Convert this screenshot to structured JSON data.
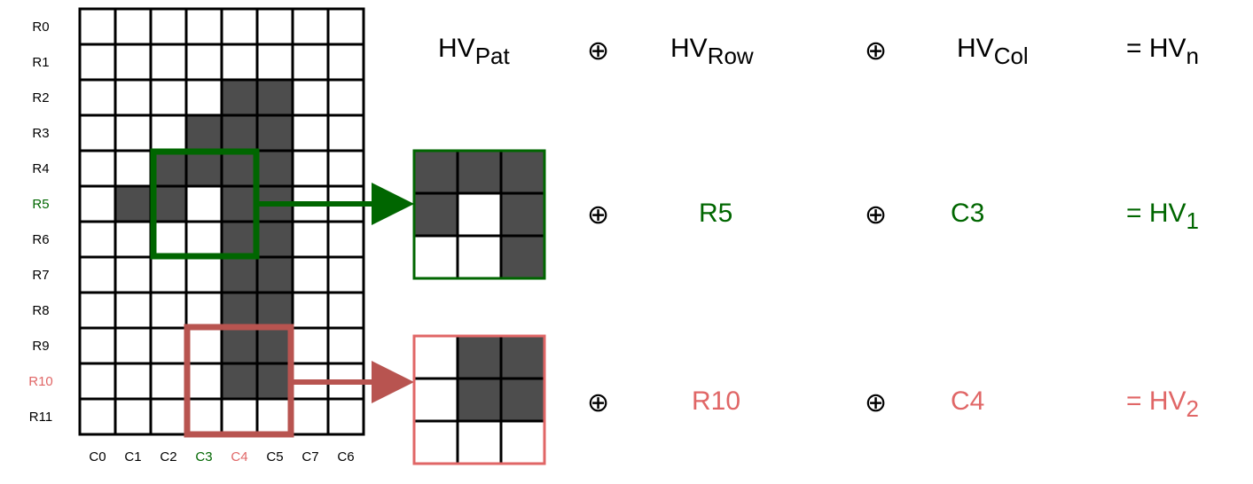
{
  "grid": {
    "rows": [
      "R0",
      "R1",
      "R2",
      "R3",
      "R4",
      "R5",
      "R6",
      "R7",
      "R8",
      "R9",
      "R10",
      "R11"
    ],
    "cols": [
      "C0",
      "C1",
      "C2",
      "C3",
      "C4",
      "C5",
      "C7",
      "C6"
    ],
    "filled": [
      [
        2,
        4
      ],
      [
        2,
        5
      ],
      [
        3,
        3
      ],
      [
        3,
        4
      ],
      [
        3,
        5
      ],
      [
        4,
        2
      ],
      [
        4,
        3
      ],
      [
        4,
        4
      ],
      [
        4,
        5
      ],
      [
        5,
        1
      ],
      [
        5,
        2
      ],
      [
        5,
        4
      ],
      [
        5,
        5
      ],
      [
        6,
        4
      ],
      [
        6,
        5
      ],
      [
        7,
        4
      ],
      [
        7,
        5
      ],
      [
        8,
        4
      ],
      [
        8,
        5
      ],
      [
        9,
        4
      ],
      [
        9,
        5
      ],
      [
        10,
        4
      ],
      [
        10,
        5
      ]
    ],
    "highlight_rows": {
      "5": "green",
      "10": "red"
    },
    "highlight_cols": {
      "3": "green",
      "4": "red"
    }
  },
  "windows": [
    {
      "color": "green",
      "row": 4,
      "col": 2,
      "pattern": [
        [
          1,
          1,
          1
        ],
        [
          1,
          0,
          1
        ],
        [
          0,
          0,
          1
        ]
      ]
    },
    {
      "color": "red",
      "row": 9,
      "col": 3,
      "pattern": [
        [
          0,
          1,
          1
        ],
        [
          0,
          1,
          1
        ],
        [
          0,
          0,
          0
        ]
      ]
    }
  ],
  "header": {
    "pat_base": "HV",
    "pat_sub": "Pat",
    "row_base": "HV",
    "row_sub": "Row",
    "col_base": "HV",
    "col_sub": "Col",
    "out_prefix": "= HV",
    "out_sub": "n"
  },
  "xor_symbol": "⊕",
  "row1": {
    "row": "R5",
    "col": "C3",
    "out_prefix": "= HV",
    "out_sub": "1"
  },
  "row2": {
    "row": "R10",
    "col": "C4",
    "out_prefix": "= HV",
    "out_sub": "2"
  },
  "colors": {
    "green": "#006600",
    "red": "#e06666",
    "red_dark": "#b85450",
    "cell_fill": "#4d4d4d",
    "text": "#000000"
  }
}
